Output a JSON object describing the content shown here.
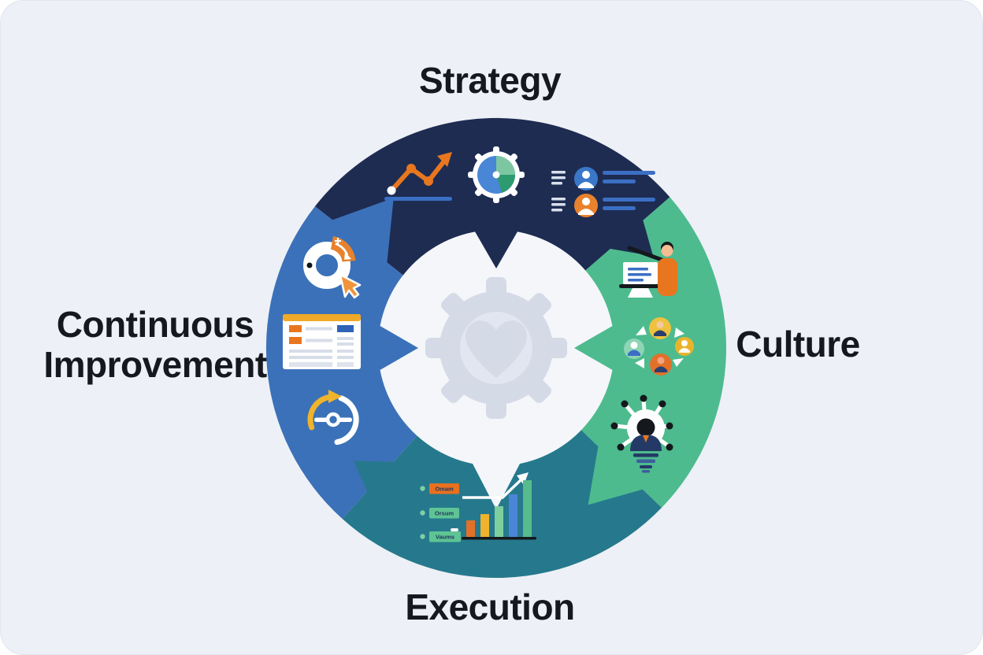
{
  "page": {
    "background": "#FFFFFF",
    "card_background": "#EDF0F6"
  },
  "segments": {
    "strategy": {
      "label": "Strategy",
      "color": "#1E2C52",
      "icons": [
        "trend-line-icon",
        "gear-globe-icon",
        "user-list-icon"
      ]
    },
    "culture": {
      "label": "Culture",
      "color": "#4DBB8E",
      "icons": [
        "presentation-icon",
        "people-cycle-icon",
        "mind-network-icon"
      ]
    },
    "execution": {
      "label": "Execution",
      "color": "#26798C",
      "icons": [
        "checklist-icon",
        "bar-chart-icon"
      ],
      "chips": [
        {
          "text": "Omam",
          "color": "#E8701F"
        },
        {
          "text": "Orsum",
          "color": "#5FC494"
        },
        {
          "text": "Vaums",
          "color": "#5FC494"
        }
      ]
    },
    "continuous_improvement": {
      "label": "Continuous Improvement",
      "color": "#3B71B8",
      "icons": [
        "donut-cursor-icon",
        "data-table-icon",
        "cycle-gauge-icon"
      ]
    }
  },
  "center": {
    "background": "#F4F6FA",
    "gear_color": "#D5DAE7",
    "inner_circle_color": "#E2E6F0",
    "heart_color": "#D5DAE7",
    "icons": [
      "gear-icon",
      "heart-icon"
    ]
  },
  "palette": {
    "orange": "#E8771F",
    "amber": "#EFB32C",
    "blue_accent": "#3B6FC4",
    "bright_blue": "#4A86D8",
    "light_green": "#7ED0A5",
    "mid_green": "#58BB8D",
    "text": "#15181D",
    "white": "#FFFFFF"
  }
}
